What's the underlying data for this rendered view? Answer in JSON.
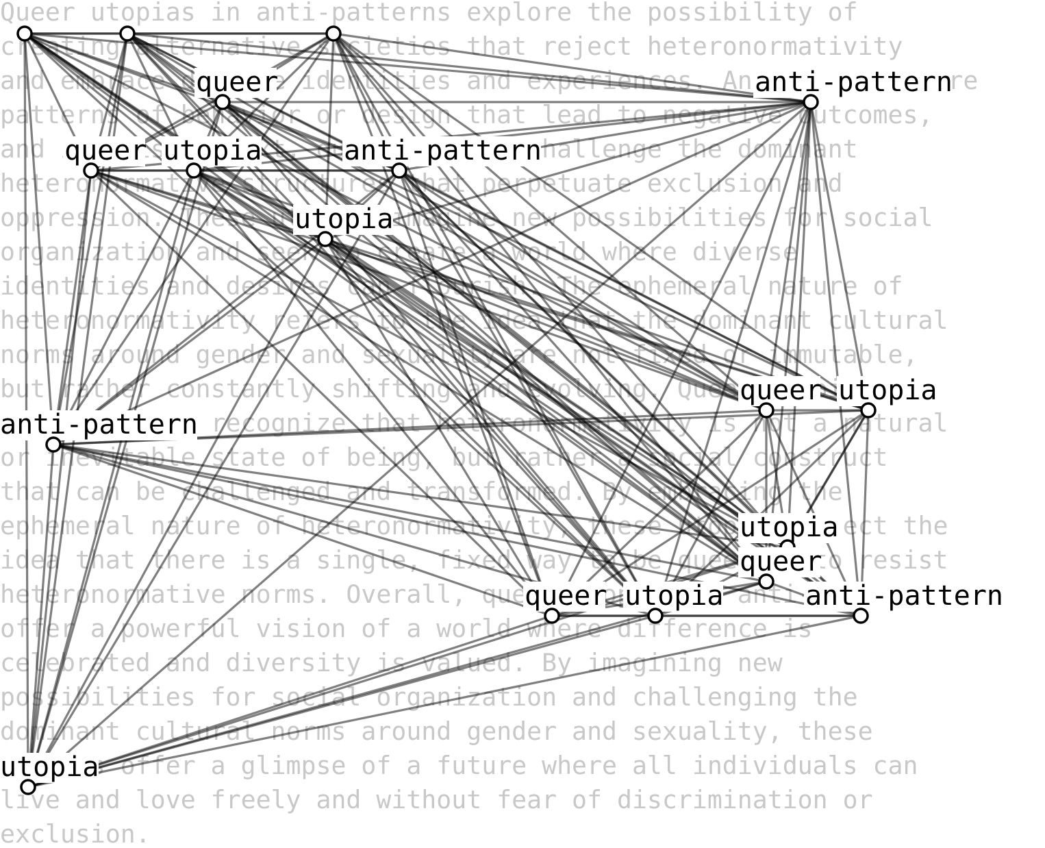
{
  "background_text": [
    "Queer utopias in anti-patterns explore the possibility of",
    "creating alternative societies that reject heteronormativity",
    "and embrace diverse identities and experiences. Anti-patterns are",
    "patterns of behavior or design that lead to negative outcomes,",
    "and in this context, queer utopias challenge the dominant",
    "heteronormative structures that perpetuate exclusion and",
    "oppression. These utopias imagine new possibilities for social",
    "organization and seek to create a world where diverse",
    "identities and desires can flourish. The ephemeral nature of",
    "heteronormativity refers to the idea that the dominant cultural",
    "norms around gender and sexuality are not fixed or immutable,",
    "but rather constantly shifting and evolving. Queer utopias in",
    "anti-patterns recognize that heteronormativity is not a natural",
    "or inevitable state of being, but rather a social construct",
    "that can be challenged and transformed. By embracing the",
    "ephemeral nature of heteronormativity, these utopias reject the",
    "idea that there is a single, fixed way to be queer or to resist",
    "heteronormative norms. Overall, queer utopias in anti-patterns",
    "offer a powerful vision of a world where difference is",
    "celebrated and diversity is valued. By imagining new",
    "possibilities for social organization and challenging the",
    "dominant cultural norms around gender and sexuality, these",
    "utopias offer a glimpse of a future where all individuals can",
    "live and love freely and without fear of discrimination or",
    "exclusion."
  ],
  "nodes": [
    {
      "id": "n0",
      "label": "queer"
    },
    {
      "id": "n1",
      "label": "utopia"
    },
    {
      "id": "n2",
      "label": "anti-pattern"
    },
    {
      "id": "n3",
      "label": "queer"
    },
    {
      "id": "n4",
      "label": "anti-pattern"
    },
    {
      "id": "n5",
      "label": "queer"
    },
    {
      "id": "n6",
      "label": "utopia"
    },
    {
      "id": "n7",
      "label": "anti-pattern"
    },
    {
      "id": "n8",
      "label": "utopia"
    },
    {
      "id": "n9",
      "label": "queer"
    },
    {
      "id": "n10",
      "label": "utopia"
    },
    {
      "id": "n11",
      "label": "anti-pattern"
    },
    {
      "id": "n12",
      "label": "utopia"
    },
    {
      "id": "n13",
      "label": "queer"
    },
    {
      "id": "n14",
      "label": "queer"
    },
    {
      "id": "n15",
      "label": "utopia"
    },
    {
      "id": "n16",
      "label": "anti-pattern"
    },
    {
      "id": "n17",
      "label": "utopia"
    }
  ],
  "edges": [
    [
      "n0",
      "n1"
    ],
    [
      "n0",
      "n2"
    ],
    [
      "n0",
      "n3"
    ],
    [
      "n0",
      "n4"
    ],
    [
      "n0",
      "n6"
    ],
    [
      "n0",
      "n7"
    ],
    [
      "n0",
      "n8"
    ],
    [
      "n0",
      "n11"
    ],
    [
      "n0",
      "n12"
    ],
    [
      "n0",
      "n13"
    ],
    [
      "n0",
      "n15"
    ],
    [
      "n0",
      "n16"
    ],
    [
      "n0",
      "n17"
    ],
    [
      "n0",
      "n5"
    ],
    [
      "n0",
      "n9"
    ],
    [
      "n1",
      "n2"
    ],
    [
      "n1",
      "n3"
    ],
    [
      "n1",
      "n4"
    ],
    [
      "n1",
      "n5"
    ],
    [
      "n1",
      "n6"
    ],
    [
      "n1",
      "n7"
    ],
    [
      "n1",
      "n8"
    ],
    [
      "n1",
      "n9"
    ],
    [
      "n1",
      "n10"
    ],
    [
      "n1",
      "n11"
    ],
    [
      "n1",
      "n12"
    ],
    [
      "n1",
      "n13"
    ],
    [
      "n1",
      "n15"
    ],
    [
      "n1",
      "n17"
    ],
    [
      "n2",
      "n3"
    ],
    [
      "n2",
      "n4"
    ],
    [
      "n2",
      "n5"
    ],
    [
      "n2",
      "n6"
    ],
    [
      "n2",
      "n7"
    ],
    [
      "n2",
      "n8"
    ],
    [
      "n2",
      "n9"
    ],
    [
      "n2",
      "n10"
    ],
    [
      "n2",
      "n11"
    ],
    [
      "n2",
      "n13"
    ],
    [
      "n2",
      "n14"
    ],
    [
      "n2",
      "n15"
    ],
    [
      "n2",
      "n12"
    ],
    [
      "n3",
      "n4"
    ],
    [
      "n3",
      "n5"
    ],
    [
      "n3",
      "n6"
    ],
    [
      "n3",
      "n7"
    ],
    [
      "n3",
      "n9"
    ],
    [
      "n3",
      "n10"
    ],
    [
      "n3",
      "n12"
    ],
    [
      "n3",
      "n13"
    ],
    [
      "n3",
      "n15"
    ],
    [
      "n3",
      "n16"
    ],
    [
      "n3",
      "n17"
    ],
    [
      "n4",
      "n5"
    ],
    [
      "n4",
      "n6"
    ],
    [
      "n4",
      "n7"
    ],
    [
      "n4",
      "n8"
    ],
    [
      "n4",
      "n9"
    ],
    [
      "n4",
      "n10"
    ],
    [
      "n4",
      "n11"
    ],
    [
      "n4",
      "n12"
    ],
    [
      "n4",
      "n13"
    ],
    [
      "n4",
      "n14"
    ],
    [
      "n4",
      "n15"
    ],
    [
      "n4",
      "n16"
    ],
    [
      "n4",
      "n17"
    ],
    [
      "n5",
      "n6"
    ],
    [
      "n5",
      "n7"
    ],
    [
      "n5",
      "n8"
    ],
    [
      "n5",
      "n9"
    ],
    [
      "n5",
      "n10"
    ],
    [
      "n5",
      "n11"
    ],
    [
      "n5",
      "n12"
    ],
    [
      "n5",
      "n13"
    ],
    [
      "n5",
      "n14"
    ],
    [
      "n5",
      "n17"
    ],
    [
      "n6",
      "n7"
    ],
    [
      "n6",
      "n8"
    ],
    [
      "n6",
      "n9"
    ],
    [
      "n6",
      "n10"
    ],
    [
      "n6",
      "n11"
    ],
    [
      "n6",
      "n12"
    ],
    [
      "n6",
      "n13"
    ],
    [
      "n6",
      "n14"
    ],
    [
      "n6",
      "n15"
    ],
    [
      "n6",
      "n16"
    ],
    [
      "n6",
      "n17"
    ],
    [
      "n7",
      "n8"
    ],
    [
      "n7",
      "n9"
    ],
    [
      "n7",
      "n10"
    ],
    [
      "n7",
      "n11"
    ],
    [
      "n7",
      "n12"
    ],
    [
      "n7",
      "n13"
    ],
    [
      "n7",
      "n14"
    ],
    [
      "n7",
      "n15"
    ],
    [
      "n7",
      "n16"
    ],
    [
      "n7",
      "n17"
    ],
    [
      "n8",
      "n9"
    ],
    [
      "n8",
      "n10"
    ],
    [
      "n8",
      "n11"
    ],
    [
      "n8",
      "n12"
    ],
    [
      "n8",
      "n13"
    ],
    [
      "n8",
      "n14"
    ],
    [
      "n8",
      "n15"
    ],
    [
      "n8",
      "n16"
    ],
    [
      "n8",
      "n17"
    ],
    [
      "n9",
      "n10"
    ],
    [
      "n9",
      "n11"
    ],
    [
      "n9",
      "n12"
    ],
    [
      "n9",
      "n13"
    ],
    [
      "n9",
      "n14"
    ],
    [
      "n9",
      "n15"
    ],
    [
      "n9",
      "n16"
    ],
    [
      "n10",
      "n11"
    ],
    [
      "n10",
      "n12"
    ],
    [
      "n10",
      "n13"
    ],
    [
      "n10",
      "n14"
    ],
    [
      "n10",
      "n15"
    ],
    [
      "n10",
      "n16"
    ],
    [
      "n11",
      "n12"
    ],
    [
      "n11",
      "n13"
    ],
    [
      "n11",
      "n14"
    ],
    [
      "n11",
      "n15"
    ],
    [
      "n11",
      "n16"
    ],
    [
      "n11",
      "n17"
    ],
    [
      "n12",
      "n13"
    ],
    [
      "n12",
      "n14"
    ],
    [
      "n12",
      "n15"
    ],
    [
      "n12",
      "n16"
    ],
    [
      "n12",
      "n17"
    ],
    [
      "n13",
      "n14"
    ],
    [
      "n13",
      "n15"
    ],
    [
      "n13",
      "n16"
    ],
    [
      "n13",
      "n17"
    ],
    [
      "n14",
      "n15"
    ],
    [
      "n14",
      "n16"
    ],
    [
      "n14",
      "n17"
    ],
    [
      "n15",
      "n16"
    ],
    [
      "n15",
      "n17"
    ],
    [
      "n16",
      "n17"
    ]
  ]
}
